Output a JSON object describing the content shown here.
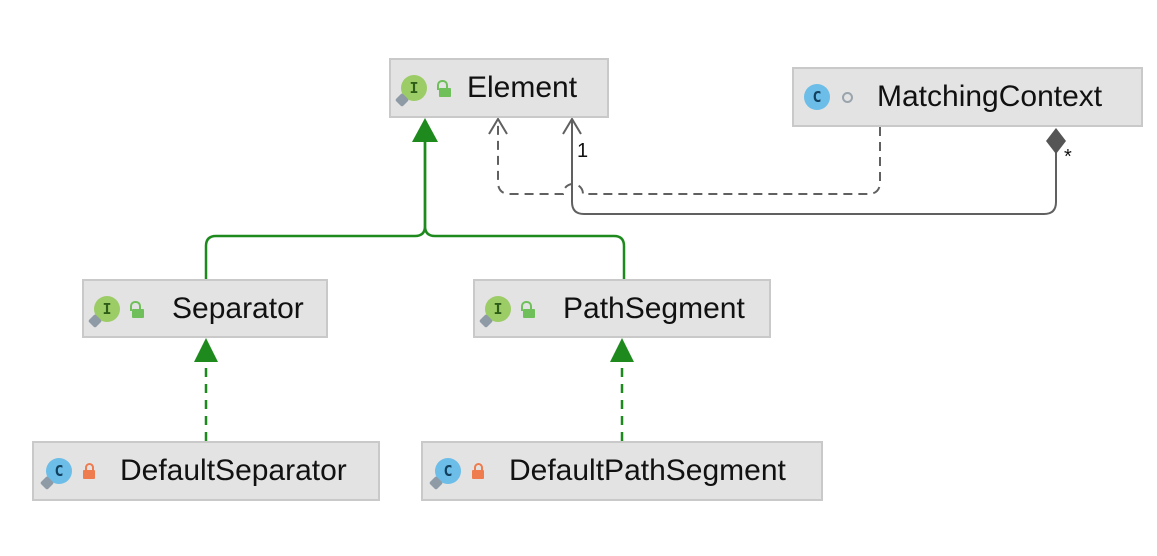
{
  "nodes": {
    "element": {
      "label": "Element",
      "kind": "interface",
      "type_icon": "I",
      "visibility": "public"
    },
    "matching_context": {
      "label": "MatchingContext",
      "kind": "class",
      "type_icon": "C",
      "visibility": "package-private"
    },
    "separator": {
      "label": "Separator",
      "kind": "interface",
      "type_icon": "I",
      "visibility": "public"
    },
    "path_segment": {
      "label": "PathSegment",
      "kind": "interface",
      "type_icon": "I",
      "visibility": "public"
    },
    "default_separator": {
      "label": "DefaultSeparator",
      "kind": "class",
      "type_icon": "C",
      "visibility": "private"
    },
    "default_path_segment": {
      "label": "DefaultPathSegment",
      "kind": "class",
      "type_icon": "C",
      "visibility": "private"
    }
  },
  "edges": [
    {
      "from": "Separator",
      "to": "Element",
      "type": "extends"
    },
    {
      "from": "PathSegment",
      "to": "Element",
      "type": "extends"
    },
    {
      "from": "DefaultSeparator",
      "to": "Separator",
      "type": "implements"
    },
    {
      "from": "DefaultPathSegment",
      "to": "PathSegment",
      "type": "implements"
    },
    {
      "from": "MatchingContext",
      "to": "Element",
      "type": "dependency"
    },
    {
      "from": "MatchingContext",
      "to": "Element",
      "type": "composition"
    }
  ],
  "multiplicities": {
    "element_end": "1",
    "context_end": "*"
  },
  "colors": {
    "inheritance": "#1e8a1e",
    "association": "#606060",
    "node_fill": "#e3e3e3",
    "node_border": "#c9c9c9",
    "interface_icon": "#9ccc65",
    "class_icon": "#6cbde8",
    "public_lock": "#6fbf5a",
    "private_lock": "#ef7c4e"
  },
  "icons": {
    "interface": "interface-icon",
    "class": "class-icon",
    "public": "unlocked-icon",
    "private": "locked-icon",
    "package": "circle-dot-icon"
  }
}
